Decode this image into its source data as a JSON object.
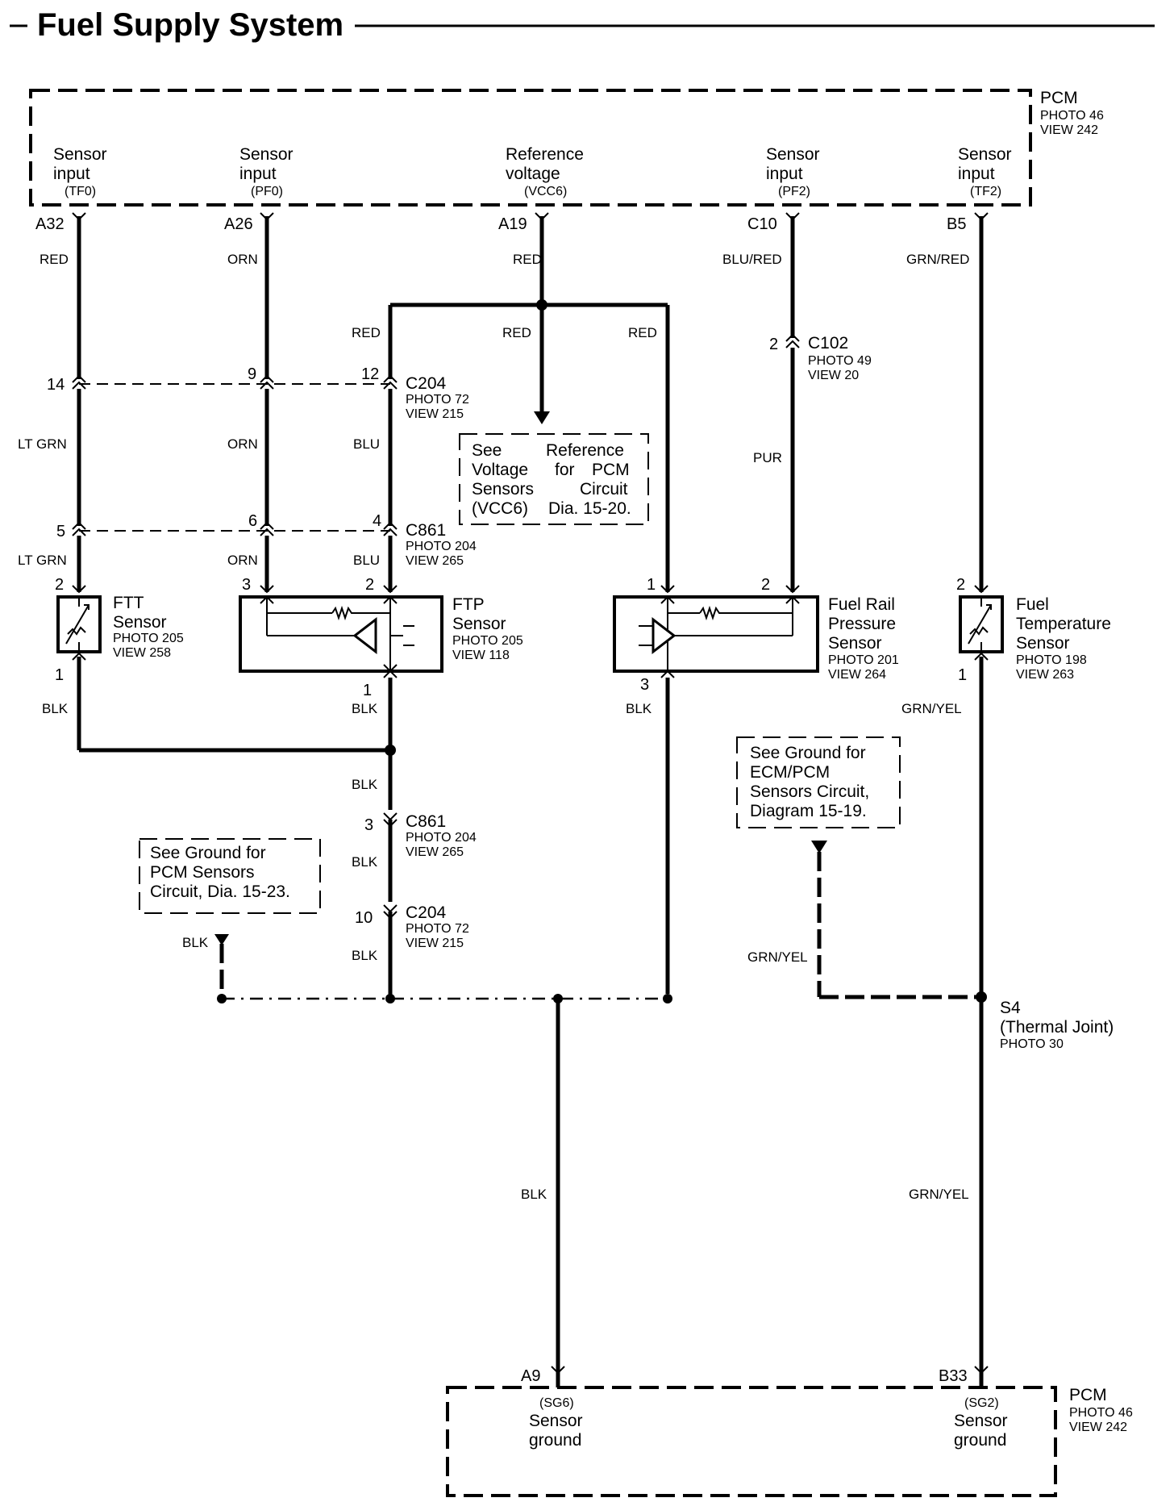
{
  "title": "Fuel Supply System",
  "pcm_top": {
    "name": "PCM",
    "photo": "PHOTO 46",
    "view": "VIEW 242",
    "terminals": [
      {
        "pin": "A32",
        "l1": "Sensor",
        "l2": "input",
        "sig": "(TF0)",
        "wire": "RED"
      },
      {
        "pin": "A26",
        "l1": "Sensor",
        "l2": "input",
        "sig": "(PF0)",
        "wire": "ORN"
      },
      {
        "pin": "A19",
        "l1": "Reference",
        "l2": "voltage",
        "sig": "(VCC6)",
        "wire": "RED"
      },
      {
        "pin": "C10",
        "l1": "Sensor",
        "l2": "input",
        "sig": "(PF2)",
        "wire": "BLU/RED"
      },
      {
        "pin": "B5",
        "l1": "Sensor",
        "l2": "input",
        "sig": "(TF2)",
        "wire": "GRN/RED"
      }
    ]
  },
  "pcm_bottom": {
    "name": "PCM",
    "photo": "PHOTO 46",
    "view": "VIEW 242",
    "terminals": [
      {
        "pin": "A9",
        "sig": "(SG6)",
        "l1": "Sensor",
        "l2": "ground"
      },
      {
        "pin": "B33",
        "sig": "(SG2)",
        "l1": "Sensor",
        "l2": "ground"
      }
    ]
  },
  "wires": {
    "red_left": "RED",
    "red_mid": "RED",
    "red_right": "RED",
    "lt_grn": "LT GRN",
    "orn": "ORN",
    "blu": "BLU",
    "pur": "PUR",
    "blk": "BLK",
    "grn_yel": "GRN/YEL"
  },
  "connectors": {
    "c204": {
      "name": "C204",
      "photo": "PHOTO 72",
      "view": "VIEW 215"
    },
    "c861": {
      "name": "C861",
      "photo": "PHOTO 204",
      "view": "VIEW 265"
    },
    "c102": {
      "name": "C102",
      "photo": "PHOTO 49",
      "view": "VIEW 20",
      "pin": "2"
    },
    "c204_pins": [
      "14",
      "9",
      "12"
    ],
    "c861_pins": [
      "5",
      "6",
      "4"
    ],
    "c861_gnd": {
      "name": "C861",
      "photo": "PHOTO 204",
      "view": "VIEW 265",
      "pin": "3"
    },
    "c204_gnd": {
      "name": "C204",
      "photo": "PHOTO 72",
      "view": "VIEW 215",
      "pin": "10"
    }
  },
  "sensors": {
    "ftt": {
      "l1": "FTT",
      "l2": "Sensor",
      "photo": "PHOTO 205",
      "view": "VIEW 258",
      "pin_top": "2",
      "pin_bot": "1"
    },
    "ftp": {
      "l1": "FTP",
      "l2": "Sensor",
      "photo": "PHOTO 205",
      "view": "VIEW 118",
      "pin_a": "3",
      "pin_b": "2",
      "pin_bot": "1"
    },
    "frp": {
      "l1": "Fuel Rail",
      "l2": "Pressure",
      "l3": "Sensor",
      "photo": "PHOTO 201",
      "view": "VIEW 264",
      "pin_a": "1",
      "pin_b": "2",
      "pin_bot": "3"
    },
    "ft": {
      "l1": "Fuel",
      "l2": "Temperature",
      "l3": "Sensor",
      "photo": "PHOTO 198",
      "view": "VIEW 263",
      "pin_top": "2",
      "pin_bot": "1"
    }
  },
  "notes": {
    "ref_voltage": [
      "See",
      "Reference",
      "Voltage",
      "for",
      "PCM",
      "Sensors",
      "Circuit",
      "(VCC6)",
      "Dia. 15-20."
    ],
    "ground_ecm": [
      "See Ground for",
      "ECM/PCM",
      "Sensors Circuit,",
      "Diagram 15-19."
    ],
    "ground_pcm": [
      "See Ground for",
      "PCM Sensors",
      "Circuit, Dia. 15-23."
    ]
  },
  "splice": {
    "name": "S4",
    "desc": "(Thermal Joint)",
    "photo": "PHOTO 30"
  }
}
